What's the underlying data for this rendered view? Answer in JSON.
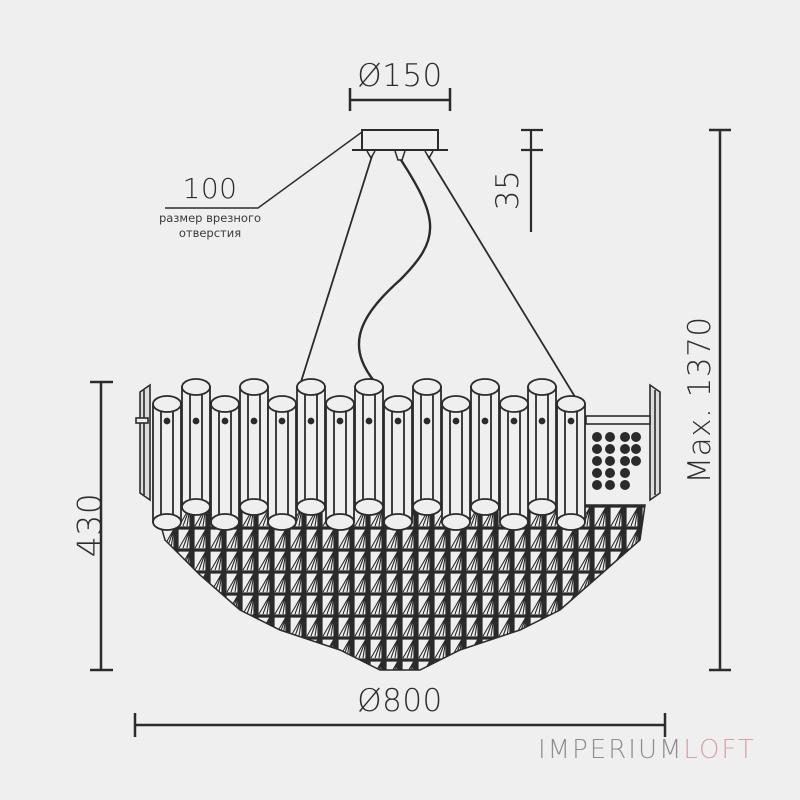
{
  "drawing": {
    "subject": "Pendant chandelier dimension drawing",
    "units": "mm",
    "background_color": "#efefef",
    "line_color": "#2b2b2b"
  },
  "dimensions": {
    "canopy_diameter": "Ø150",
    "canopy_height": "35",
    "cutout_size": "100",
    "cutout_note_line1": "размер врезного",
    "cutout_note_line2": "отверстия",
    "max_height": "Max. 1370",
    "body_height": "430",
    "body_diameter": "Ø800"
  },
  "brand": {
    "part1": "IMPERIUM",
    "part2": "LOFT",
    "part1_color": "#8e8e8e",
    "part2_color": "#dba0a3"
  },
  "chandelier": {
    "top_tubes_count": 15,
    "crystal_tiers": 6
  }
}
